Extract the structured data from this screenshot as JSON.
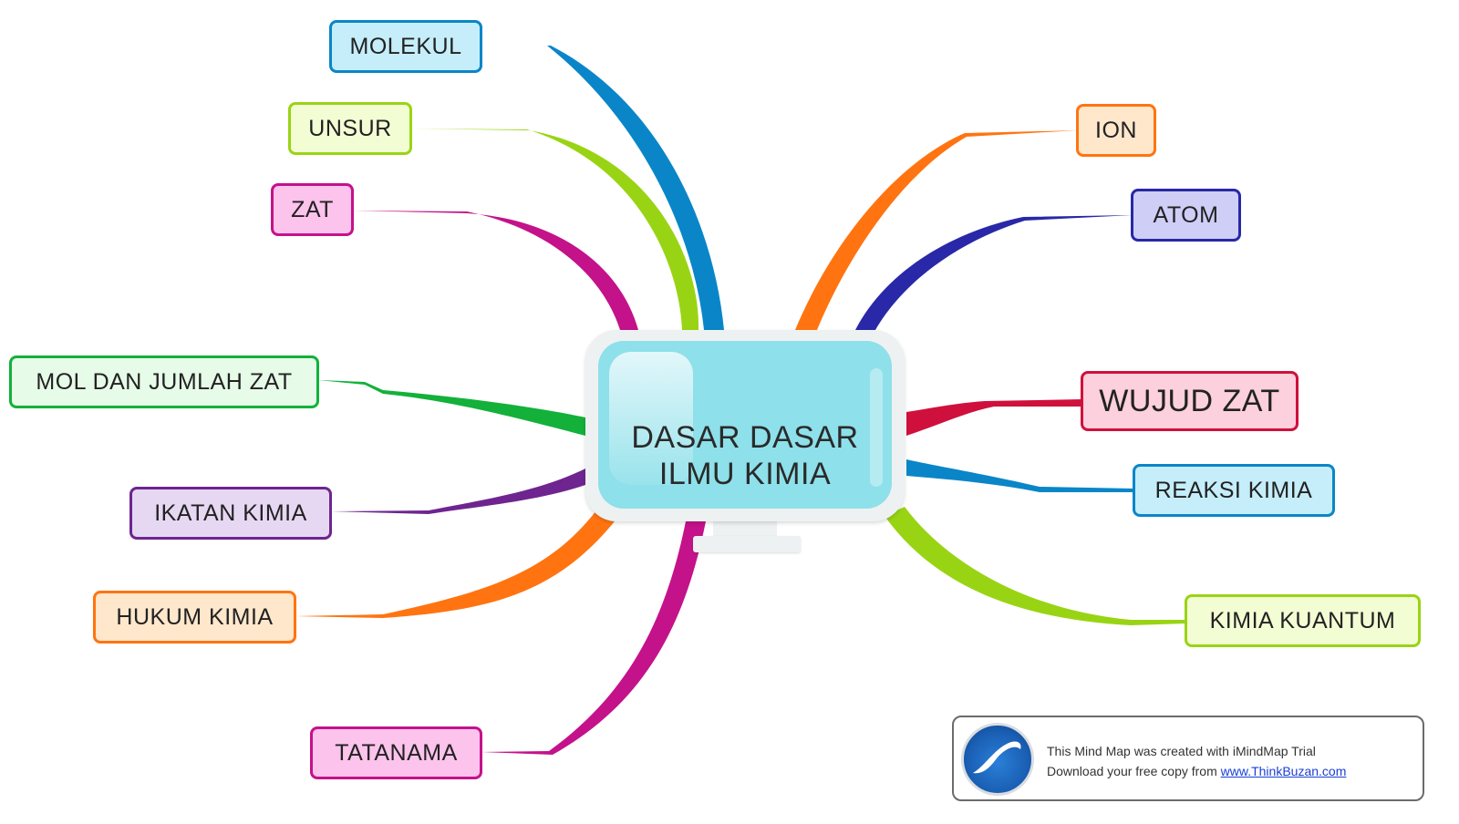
{
  "central": {
    "line1": "DASAR DASAR",
    "line2": "ILMU KIMIA"
  },
  "branches": {
    "molekul": {
      "label": "MOLEKUL",
      "color": "#0a86c8",
      "fill": "#c5eefa",
      "border": "#0a86c8"
    },
    "unsur": {
      "label": "UNSUR",
      "color": "#99d414",
      "fill": "#f3fdd3",
      "border": "#99d414"
    },
    "zat": {
      "label": "ZAT",
      "color": "#c4128a",
      "fill": "#fcc3ec",
      "border": "#c4128a"
    },
    "mol": {
      "label": "MOL DAN JUMLAH ZAT",
      "color": "#13b13a",
      "fill": "#e6fbe8",
      "border": "#13b13a"
    },
    "ikatan": {
      "label": "IKATAN KIMIA",
      "color": "#6e2590",
      "fill": "#e6d8f2",
      "border": "#6e2590"
    },
    "hukum": {
      "label": "HUKUM KIMIA",
      "color": "#ff7410",
      "fill": "#ffe7cc",
      "border": "#ff7410"
    },
    "tatanama": {
      "label": "TATANAMA",
      "color": "#c4128a",
      "fill": "#fcc3ec",
      "border": "#c4128a"
    },
    "ion": {
      "label": "ION",
      "color": "#ff7410",
      "fill": "#ffe7cc",
      "border": "#ff7410"
    },
    "atom": {
      "label": "ATOM",
      "color": "#2828a8",
      "fill": "#cfcef7",
      "border": "#2828a8"
    },
    "wujud": {
      "label": "WUJUD ZAT",
      "color": "#d0103c",
      "fill": "#fcd0dc",
      "border": "#d0103c"
    },
    "reaksi": {
      "label": "REAKSI KIMIA",
      "color": "#0a86c8",
      "fill": "#c5eefa",
      "border": "#0a86c8"
    },
    "kuantum": {
      "label": "KIMIA KUANTUM",
      "color": "#99d414",
      "fill": "#f3fdd3",
      "border": "#99d414"
    }
  },
  "watermark": {
    "line1": "This Mind Map was created with iMindMap Trial",
    "line2_prefix": "Download your free copy from ",
    "link": "www.ThinkBuzan.com"
  }
}
